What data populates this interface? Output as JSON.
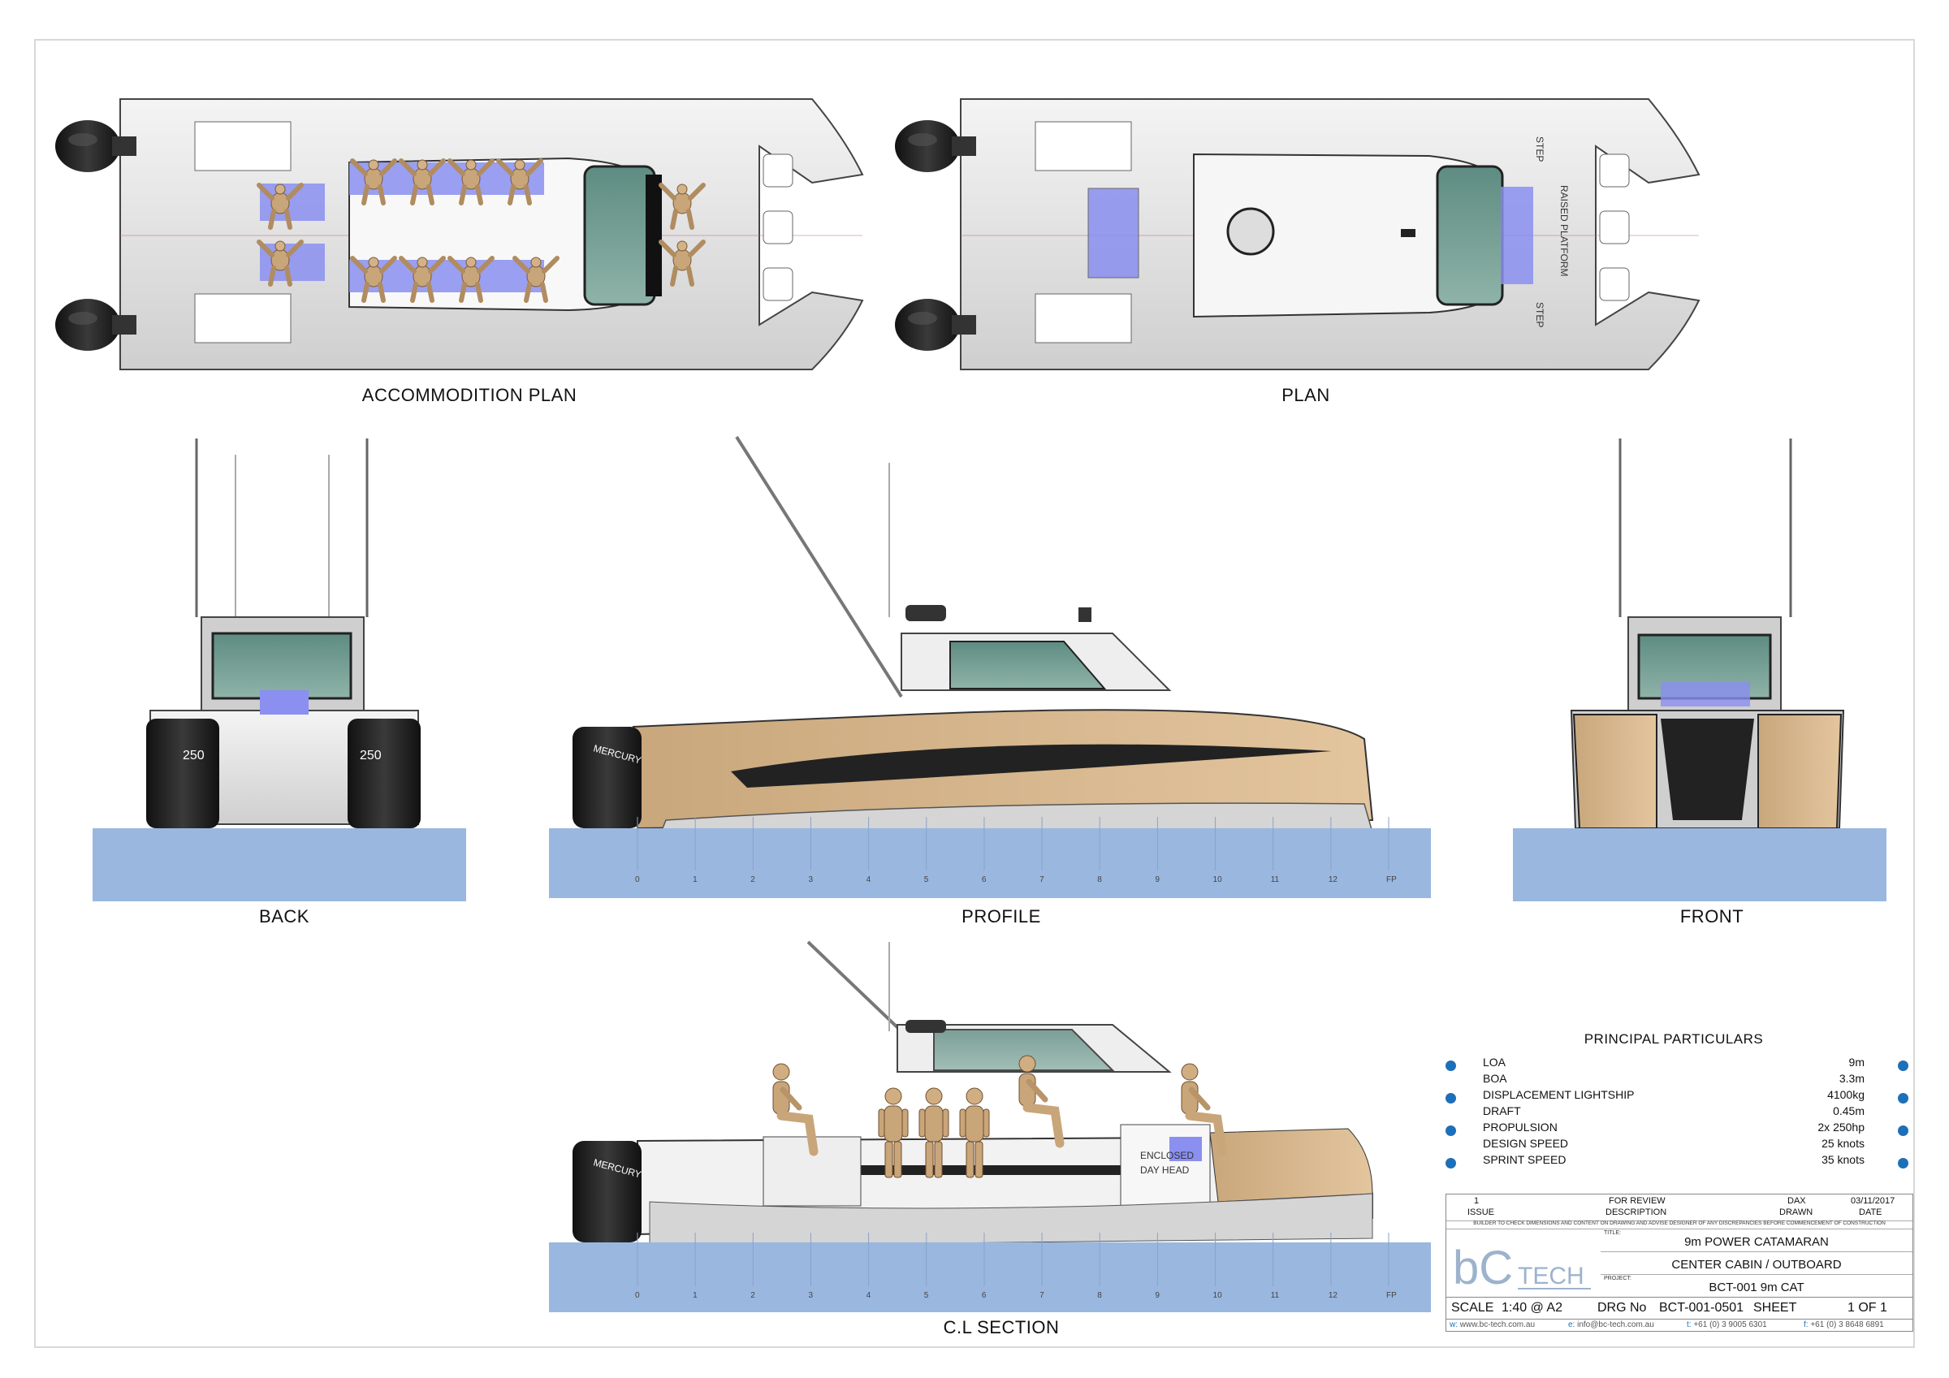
{
  "views": {
    "accommodation_plan": "ACCOMMODITION PLAN",
    "plan": "PLAN",
    "back": "BACK",
    "profile": "PROFILE",
    "front": "FRONT",
    "cl_section": "C.L SECTION"
  },
  "plan_labels": {
    "step_top": "STEP",
    "step_bottom": "STEP",
    "raised_platform": "RAISED PLATFORM"
  },
  "section_labels": {
    "enclosed_line1": "ENCLOSED",
    "enclosed_line2": "DAY HEAD"
  },
  "engine_labels": {
    "hp_mark": "250",
    "brand": "MERCURY"
  },
  "station_ticks": [
    "0",
    "1",
    "2",
    "3",
    "4",
    "5",
    "6",
    "7",
    "8",
    "9",
    "10",
    "11",
    "12",
    "FP"
  ],
  "particulars": {
    "title": "PRINCIPAL  PARTICULARS",
    "rows": [
      {
        "name": "LOA",
        "value": "9m"
      },
      {
        "name": "BOA",
        "value": "3.3m"
      },
      {
        "name": "DISPLACEMENT LIGHTSHIP",
        "value": "4100kg"
      },
      {
        "name": "DRAFT",
        "value": "0.45m"
      },
      {
        "name": "PROPULSION",
        "value": "2x 250hp"
      },
      {
        "name": "DESIGN  SPEED",
        "value": "25 knots"
      },
      {
        "name": "SPRINT  SPEED",
        "value": "35 knots"
      }
    ]
  },
  "title_block": {
    "revision": {
      "issue": "1",
      "description": "FOR REVIEW",
      "drawn": "DAX",
      "date": "03/11/2017"
    },
    "headers": {
      "issue": "ISSUE",
      "description": "DESCRIPTION",
      "drawn": "DRAWN",
      "date": "DATE"
    },
    "warning": "BUILDER TO CHECK DIMENSIONS AND CONTENT ON DRAWING AND ADVISE DESIGNER OF ANY DISCREPANCIES BEFORE COMMENCEMENT OF CONSTRUCTION",
    "title_key": "TITLE:",
    "title_line1": "9m POWER CATAMARAN",
    "title_line2": "CENTER CABIN / OUTBOARD",
    "project_key": "PROJECT:",
    "project": "BCT-001 9m CAT",
    "scale_key": "SCALE",
    "scale": "1:40 @ A2",
    "drg_key": "DRG No",
    "drg": "BCT-001-0501",
    "sheet_key": "SHEET",
    "sheet": "1 OF 1",
    "logo_b": "bC",
    "logo_tech": "TECH",
    "web_key": "w:",
    "web": "www.bc-tech.com.au",
    "email_key": "e:",
    "email": "info@bc-tech.com.au",
    "tel_key": "t:",
    "tel": "+61 (0) 3 9005 6301",
    "fax_key": "f:",
    "fax": "+61 (0) 3 8648 6891"
  },
  "colors": {
    "water": "#9ab7df",
    "hull_tan": "#d9b98f",
    "hull_grey": "#e6e6e6",
    "glass": "#6f9a8e",
    "seat_blue": "#8a8ff0",
    "mannequin": "#c9a57a",
    "accent_dot": "#1d6fb8"
  }
}
